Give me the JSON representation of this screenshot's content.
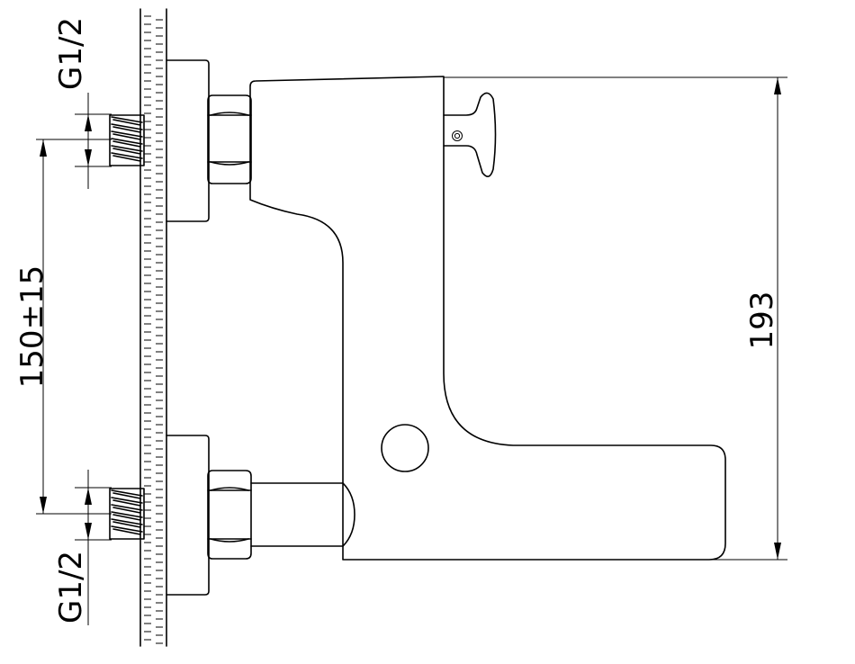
{
  "dimensions": {
    "top_thread": "G1/2",
    "bottom_thread": "G1/2",
    "center_distance": "150±15",
    "height": "193"
  },
  "colors": {
    "line": "#000000",
    "background": "#ffffff"
  }
}
